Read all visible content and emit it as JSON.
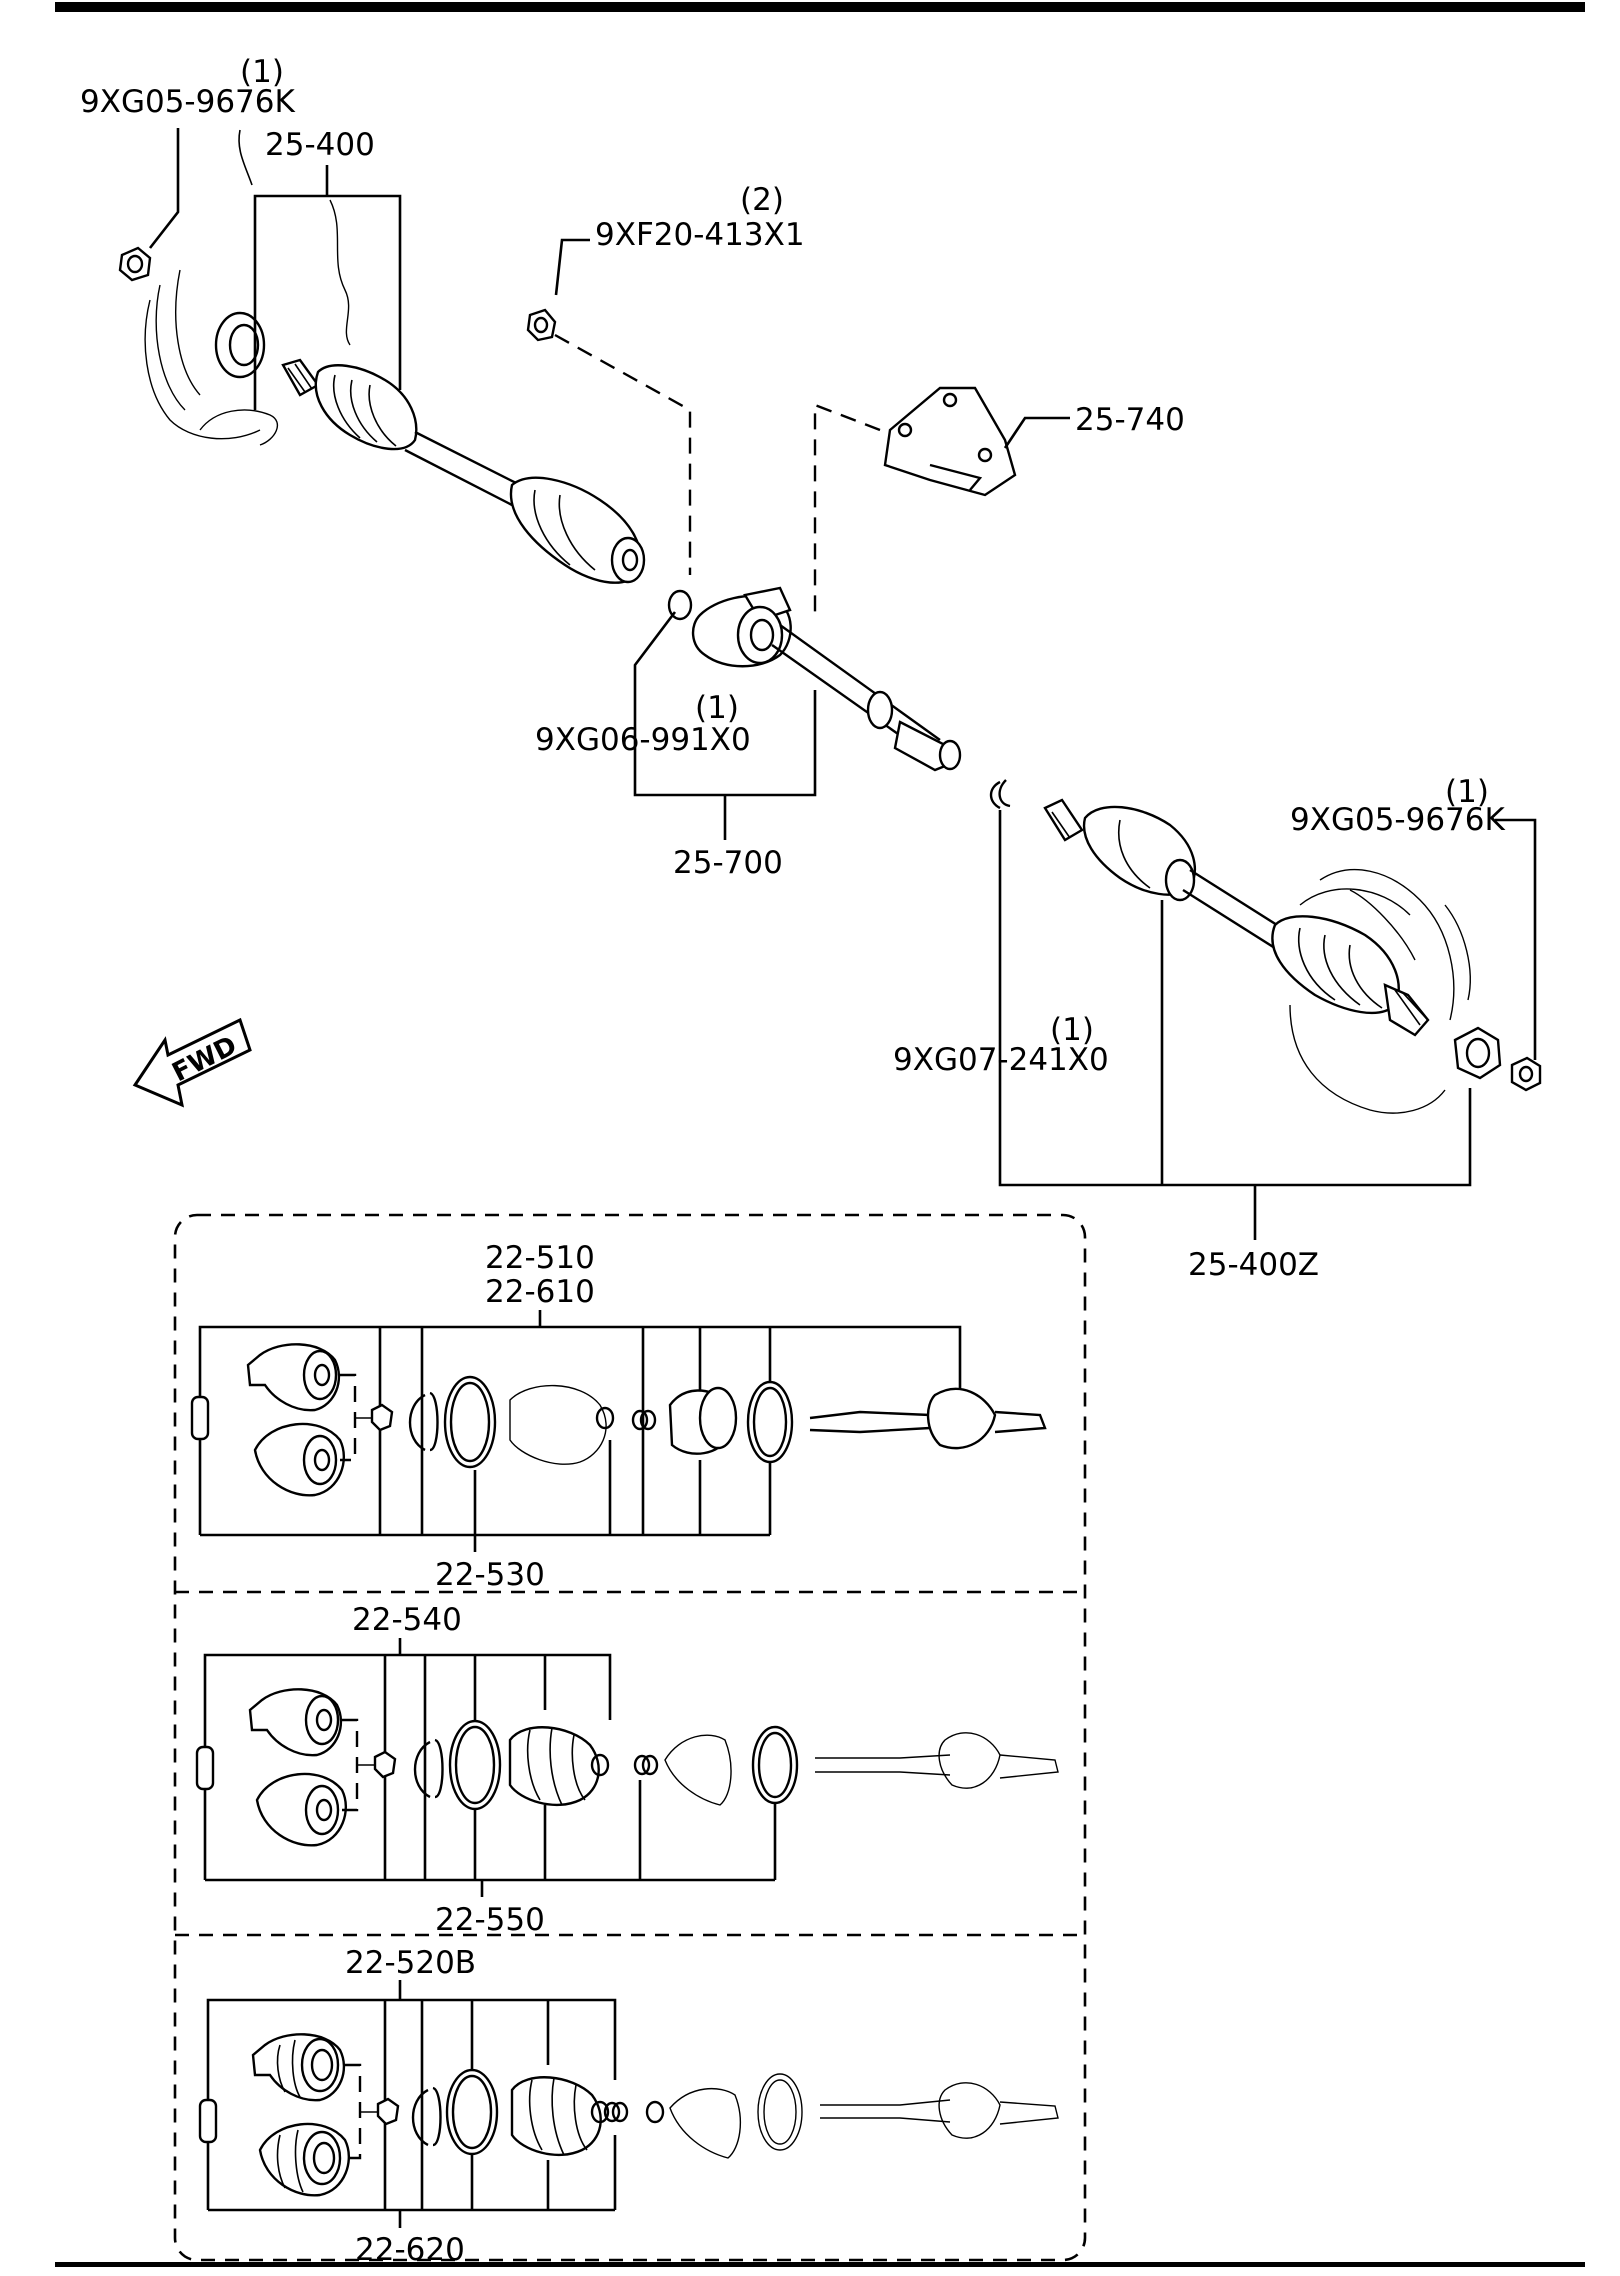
{
  "labels": {
    "nut_left_qty": "(1)",
    "nut_left_pn": "9XG05-9676K",
    "shaft_left": "25-400",
    "bolt_qty": "(2)",
    "bolt_pn": "9XF20-413X1",
    "bracket": "25-740",
    "clip_mid_qty": "(1)",
    "clip_mid_pn": "9XG06-991X0",
    "joint_shaft": "25-700",
    "nut_right_qty": "(1)",
    "nut_right_pn": "9XG05-9676K",
    "clip_right_qty": "(1)",
    "clip_right_pn": "9XG07-241X0",
    "shaft_right": "25-400Z",
    "fwd": "FWD"
  },
  "kits": {
    "kit1_a": "22-510",
    "kit1_b": "22-610",
    "kit1_bottom": "22-530",
    "kit2_top": "22-540",
    "kit2_bottom": "22-550",
    "kit3_top": "22-520B",
    "kit3_bottom": "22-620"
  }
}
